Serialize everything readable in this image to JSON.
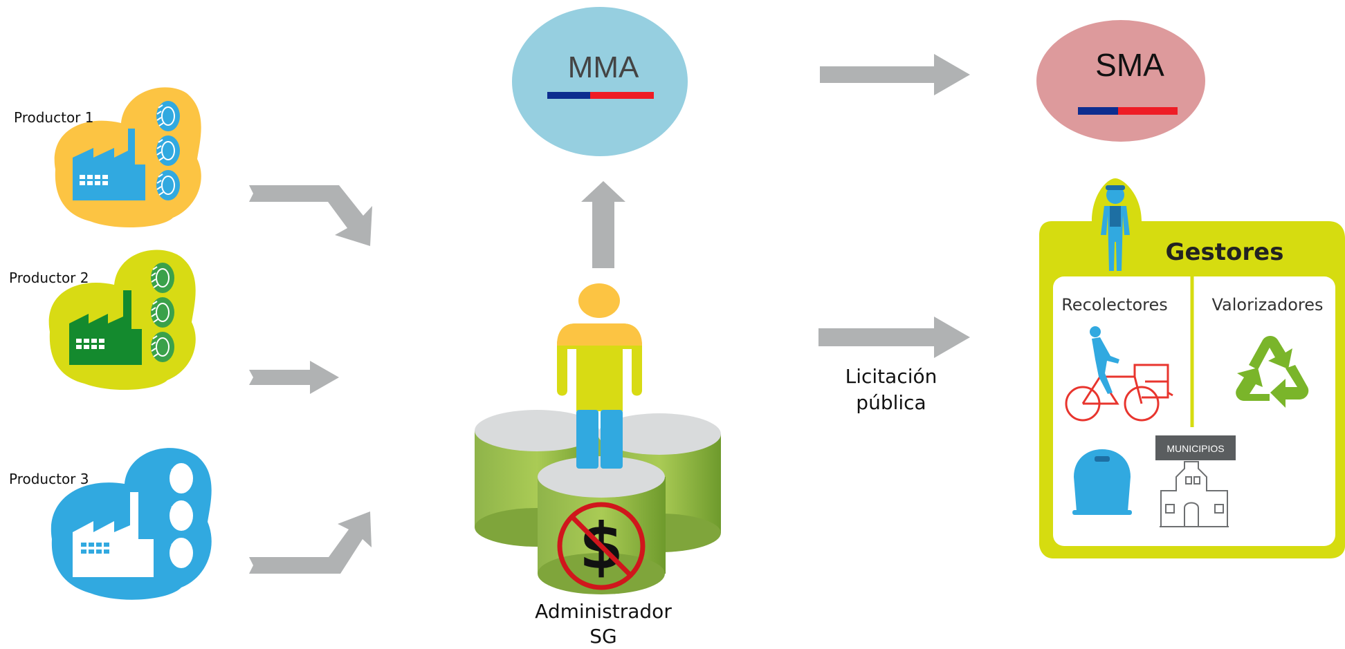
{
  "producers": [
    {
      "label": "Productor 1",
      "blob_color": "#fcc443",
      "factory_color": "#31a9e0",
      "tire_color": "#31a9e0"
    },
    {
      "label": "Productor 2",
      "blob_color": "#d8db14",
      "factory_color": "#148a2e",
      "tire_color": "#3aa14a"
    },
    {
      "label": "Productor 3",
      "blob_color": "#31a9e0",
      "factory_color": "#ffffff",
      "tire_color": "#ffffff"
    }
  ],
  "mma": {
    "label": "MMA",
    "color": "#96cfe0",
    "flag_colors": [
      "#0d2d8f",
      "#ee1c25"
    ]
  },
  "sma": {
    "label": "SMA",
    "color": "#dd9a9c",
    "flag_colors": [
      "#0d2d8f",
      "#ee1c25"
    ]
  },
  "administrator": {
    "line1": "Administrador",
    "line2": "SG",
    "no_money_icon": "no-dollar-icon"
  },
  "tender": {
    "line1": "Licitación",
    "line2": "pública"
  },
  "gestores": {
    "title": "Gestores",
    "collectors_label": "Recolectores",
    "recyclers_label": "Valorizadores",
    "municipalities_label": "MUNICIPIOS",
    "frame_color": "#d6dc10"
  },
  "arrow_color": "#b0b2b3"
}
